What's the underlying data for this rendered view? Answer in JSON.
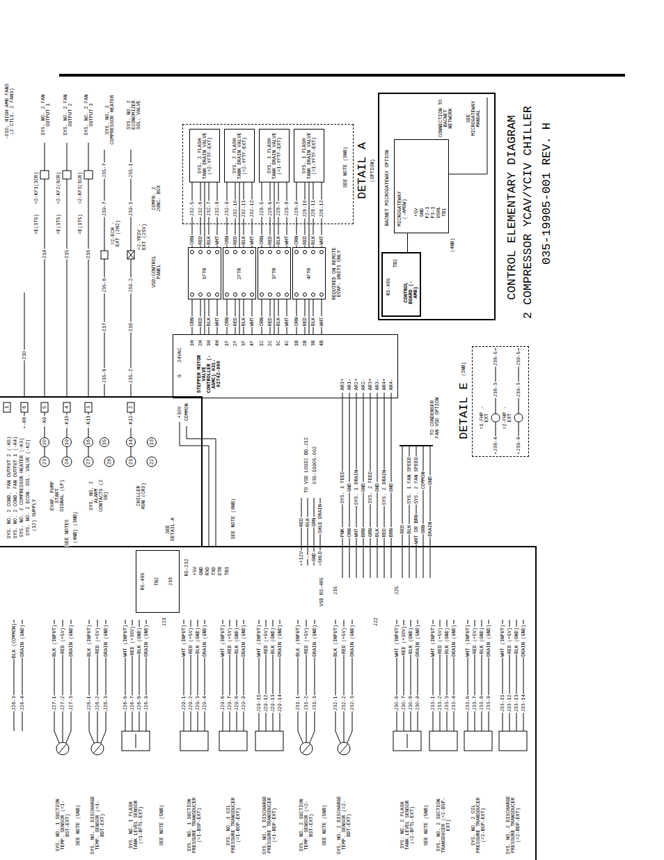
{
  "diagram": {
    "title": "CONTROL ELEMENTARY DIAGRAM",
    "nodes": [
      {
        "text": [
          "DETAIL A"
        ]
      },
      {
        "text": [
          "SYS. 2 FLASH TANK DRAIN VALVE (=2-YFTF-EXT)"
        ],
        "in": 0
      },
      {
        "text": [
          "SYS. 2 FLASH TANK DRAIN VALVE (=2-YFTF-EXT)"
        ],
        "in": 0
      },
      {
        "text": [
          "SYS. 1 FLASH TANK DRAIN VALVE (=1-YFTF-EXT)"
        ],
        "in": 0
      },
      {
        "text": [
          "SYS. 1 FLASH TANK DRAIN VALVE (=1-YFTF-EXT)"
        ],
        "in": 0
      },
      {
        "text": [
          "1FTR"
        ]
      },
      {
        "text": [
          "2FTR"
        ]
      },
      {
        "text": [
          "3FTR"
        ]
      },
      {
        "text": [
          "4FTR"
        ]
      },
      {
        "text": [
          "STEPPER MOTOR VALVE CONTROLLER (-ASMC) 031-02742-000"
        ]
      },
      {
        "text": [
          "BACNET MICROGATEWAY OPTION"
        ]
      },
      {
        "text": [
          "MICROGATEWAY (-AMGW)"
        ],
        "in": 10
      },
      {
        "text": [
          "CONTROL BOARD (-AMB)"
        ],
        "in": 10
      },
      {
        "text": [
          "RS-485"
        ]
      },
      {
        "text": [
          "DETAIL E"
        ]
      }
    ],
    "edges": [
      {
        "from": 5,
        "to": 1,
        "arrow": "none"
      },
      {
        "from": 6,
        "to": 2,
        "arrow": "none"
      },
      {
        "from": 7,
        "to": 3,
        "arrow": "none"
      },
      {
        "from": 8,
        "to": 4,
        "arrow": "none"
      },
      {
        "from": 9,
        "to": 5,
        "arrow": "none"
      },
      {
        "from": 9,
        "to": 6,
        "arrow": "none"
      },
      {
        "from": 9,
        "to": 7,
        "arrow": "none"
      },
      {
        "from": 9,
        "to": 8,
        "arrow": "none"
      },
      {
        "from": 11,
        "to": 12,
        "arrow": "none"
      }
    ],
    "labels": [
      "-010, HIGH AMB FANS (2 CTL1, 2 FAN3)",
      "SYS. NO. 2 FAN OUTPUT 1",
      "SYS. NO. 2 FAN OUTPUT 2",
      "SYS. NO. 2 FAN OUTPUT 3",
      "SYS. NO. 2 COMPRESSOR HEATER",
      "SYS. NO. 2 ECONOMIZER SOL. VALVE",
      "=2-KF1(3CR)",
      "=E(1T5)",
      "=2-KF2(8CR)",
      "=E(1T5)",
      "=2-KF3(8CR)",
      "=E(1T5)",
      "=2-ECH -EXT (2H2)",
      "=2-YESV -EXT (2SV)",
      "J35-7",
      "J39-7",
      "J35-1",
      "J39-1",
      "COMPR. 2 JUNC. BOX",
      "J35-6",
      "J39-2",
      "VSD/CONTROL PANEL",
      "214",
      "215",
      "216",
      "217",
      "218",
      "210",
      "J35-8",
      "J35-2",
      "1",
      "6",
      "5",
      "4",
      "3",
      "2",
      "-K8",
      "-K9",
      "-K10",
      "-K11",
      "-K12",
      "20",
      "19",
      "16",
      "15",
      "14",
      "13",
      "23",
      "24",
      "27",
      "28",
      "21",
      "22",
      "SYS. NO. 2 COND. FAN OUTPUT 2 (-K5)",
      "SYS. NO. 2 COND. FAN OUTPUT 1 (-K4)",
      "SYS. NO. 2 COMPRESSOR HEATER (-K3)",
      "SYS. NO. 2 ECON. SOL. VALVE (-K2)",
      "(12) SUPPLY",
      "EVAP. PUMP START SIGNAL (LP)",
      "SYS. NO. 2 ALARM CONTACTS (2 SR)",
      "CHILLER RUN (CRS)",
      "SEE NOTES",
      "(3NB)",
      "(4NB)",
      "SEE DETAIL A",
      "SEE NOTE (3NB)",
      "(OPTION)",
      "J32-5",
      "J32-6",
      "J32-7",
      "J32-8",
      "J32-9",
      "J32-10",
      "J32-11",
      "J32-12",
      "J28-5",
      "J28-6",
      "J28-7",
      "J28-8",
      "J28-9",
      "J28-10",
      "J28-11",
      "J28-12",
      "ORN",
      "RED",
      "BLK",
      "WHT",
      "ORN",
      "RED",
      "BLK",
      "WHT",
      "ORN",
      "RED",
      "BLK",
      "WHT",
      "ORN",
      "RED",
      "BLK",
      "WHT",
      "REQUIRED ON REMOTE EVAP- UNITS ONLY",
      "ORN",
      "RED",
      "BLK",
      "WHT",
      "ORN",
      "RED",
      "BLK",
      "WHT",
      "ORN",
      "RED",
      "BLK",
      "WHT",
      "ORN",
      "RED",
      "BLK",
      "WHT",
      "1H",
      "2H",
      "3H",
      "4H",
      "1F",
      "2F",
      "3F",
      "4F",
      "1C",
      "2C",
      "3C",
      "4C",
      "1B",
      "2B",
      "3B",
      "4B",
      "24VAC",
      "G",
      "AR1+",
      "AR1-",
      "AR2+",
      "AR2-",
      "AR3+",
      "AR3-",
      "AR4+",
      "AR4-",
      "+30V",
      "COMMON",
      "TO VSD LOGIC BD.J12",
      "035-19905-002",
      "RED",
      "BLK",
      "GRN",
      "SHLD DRAIN",
      "+12V",
      "-",
      "GND",
      "SHLD",
      "VSD RS-485",
      "SYS. 1 FEED",
      "GND",
      "SYS. 1 DRAIN",
      "GND",
      "SYS. 2 FEED",
      "GND",
      "SYS. 2 DRAIN",
      "GND",
      "PNK",
      "ORN",
      "WHT",
      "BRN",
      "GRN",
      "BLK",
      "RED",
      "BRN",
      "J15",
      "SYS. 1 FAN SPEED",
      "SYS. 2 FAN SPEED",
      "COMMON",
      "GND",
      "TO CONDENSER FAN VSD OPTION",
      "RED",
      "BLK",
      "WHT OR BRN",
      "GRN",
      "DRAIN",
      "J25",
      "TB2",
      "J16",
      "RS-232",
      "+5V",
      "GND",
      "RXD",
      "TXD",
      "DTR",
      "TB1",
      "SEE NOTE (4NB)",
      "J21",
      "J22",
      "BLK (COMMON)",
      "DRAIN (GND)",
      "J26-3",
      "J26-4",
      "BLK (INPUT)",
      "RED (+5V)",
      "DRAIN (GND)",
      "J27-1",
      "J27-2",
      "J27-3",
      "SYS. NO. 1 SUCTION TEMP. SENSOR (=1-BST-EXT)",
      "SEE NOTE (5NB)",
      "BLK (INPUT)",
      "RED (+5V)",
      "DRAIN (GND)",
      "J28-1",
      "J28-2",
      "J28-3",
      "SYS. NO. 1 DISCHARGE TEMP. SENSOR (=1-BDT-EXT)",
      "WHT (INPUT)",
      "RED (+30V)",
      "BLK (GND)",
      "DRAIN (GND)",
      "J26-6",
      "J26-7",
      "J26-8",
      "J26-9",
      "SYS. NO. 1 FLASH TANK LEVEL SENSOR (=1-BFTL-EXT)",
      "SEE NOTE (5NB)",
      "WHT (INPUT)",
      "RED (+5V)",
      "BLK (GND)",
      "DRAIN (GND)",
      "J29-1",
      "J29-2",
      "J29-3",
      "J29-4",
      "SYS. NO. 1 SUCTION PRESSURE TRANSDUCER (=1-BSP-EXT)",
      "WHT (INPUT)",
      "RED (+5V)",
      "BLK (GND)",
      "DRAIN (GND)",
      "J29-6",
      "J29-7",
      "J29-8",
      "J29-9",
      "SYS. NO. 1 OIL PRESSURE TRANSDUCER (=1-BOP-EXT)",
      "WHT (INPUT)",
      "RED (+5V)",
      "BLK (GND)",
      "DRAIN (GND)",
      "J29-11",
      "J29-12",
      "J29-13",
      "J29-14",
      "SYS. NO. 1 DISCHARGE PRESSURE TRANSDUCER (=1-BDP-EXT)",
      "BLK (INPUT)",
      "RED (+5V)",
      "DRAIN (GND)",
      "J31-1",
      "J31-2",
      "J31-3",
      "SYS. NO. 2 SUCTION TEMP. SENSOR (=2-BST-EXT)",
      "SEE NOTE (5NB)",
      "BLK (INPUT)",
      "RED (+5V)",
      "DRAIN (GND)",
      "J32-1",
      "J32-2",
      "J32-3",
      "SYS. NO. 2 DISCHARGE TEMP. SENSOR (=2-BDT-EXT)",
      "WHT (INPUT)",
      "RED (+30V)",
      "BLK (GND)",
      "DRAIN (GND)",
      "J30-6",
      "J30-7",
      "J30-8",
      "J30-9",
      "SYS. NO. 2 FLASH TANK LEVEL SENSOR (=2-BFTL-EXT)",
      "SEE NOTE (5NB)",
      "WHT (INPUT)",
      "RED (+5V)",
      "BLK (GND)",
      "DRAIN (GND)",
      "J33-1",
      "J33-2",
      "J33-3",
      "J33-4",
      "SYS. NO. 2 SUCTION TRANSDUCER (=2-BSP-EXT)",
      "WHT (INPUT)",
      "RED (+5V)",
      "BLK (GND)",
      "DRAIN (GND)",
      "J33-6",
      "J33-7",
      "J33-8",
      "J33-9",
      "SYS. NO. 2 OIL PRESSURE TRANSDUCER (=2-BOP-EXT)",
      "WHT (INPUT)",
      "RED (+5V)",
      "BLK (GND)",
      "DRAIN (GND)",
      "J33-11",
      "J33-12",
      "J33-13",
      "J33-14",
      "SYS. NO. 2 DISCHARGE PRESSURE TRANSDUCER (=2-BDP-EXT)",
      "(2NB)",
      "=1-FHP -EXT",
      "J38-5",
      "J38-3",
      "J38-4",
      "=2-FHP -EXT",
      "J39-5",
      "J39-3",
      "J39-4",
      "CONNECTION TO BACNET NETWORK",
      "SEE MICROGATEWAY MANUAL",
      "+5V",
      "GND",
      "P2-1",
      "P3-1",
      "USHL",
      "TB1",
      "RS-485",
      "TB2",
      "(4NB)",
      "2 COMPRESSOR YCAV/YCIV CHILLER",
      "035-19905-001 REV. H"
    ]
  }
}
